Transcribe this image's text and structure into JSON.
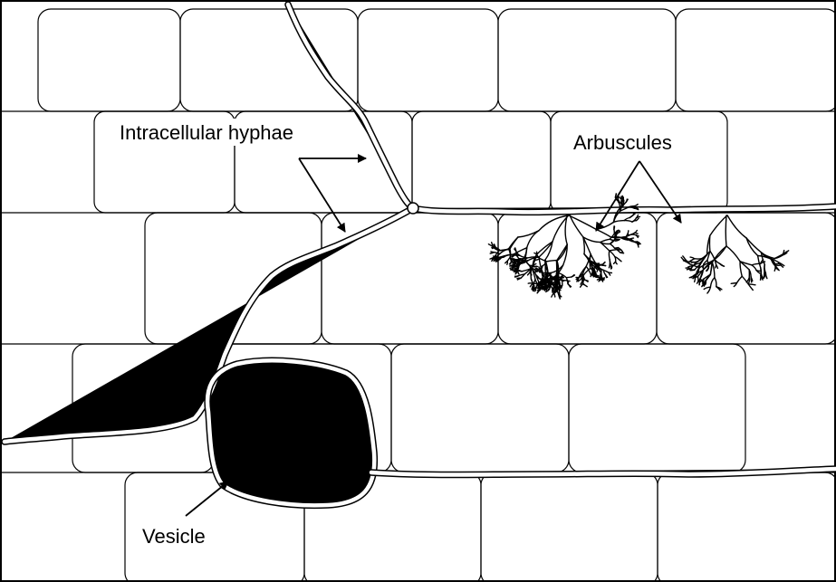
{
  "labels": {
    "hyphae": "Intracellular hyphae",
    "arbuscules": "Arbuscules",
    "vesicle": "Vesicle"
  }
}
